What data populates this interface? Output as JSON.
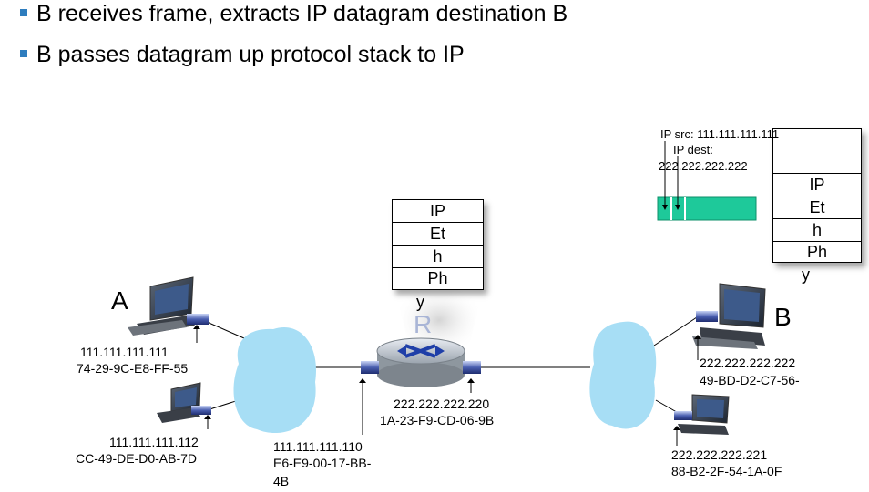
{
  "bullets": [
    "B receives frame, extracts IP datagram destination B",
    "B passes datagram up protocol stack to IP"
  ],
  "labels": {
    "host_a": "A",
    "host_b": "B",
    "router": "R"
  },
  "router_stack": [
    "IP",
    "Et",
    "h",
    "Ph",
    "y"
  ],
  "host_b_stack": [
    "IP",
    "Et",
    "h",
    "Ph",
    "y"
  ],
  "frame_annotation": {
    "ip_src": "IP src: 111.111.111.111",
    "ip_dest_label": "IP dest:",
    "ip_dest_value": "222.222.222.222"
  },
  "addresses": {
    "a_ip": "111.111.111.111",
    "a_mac": "74-29-9C-E8-FF-55",
    "a2_ip": "111.111.111.112",
    "a2_mac": "CC-49-DE-D0-AB-7D",
    "r_left_ip": "111.111.111.110",
    "r_left_mac_1": "E6-E9-00-17-BB-",
    "r_left_mac_2": "4B",
    "r_right_ip": "222.222.222.220",
    "r_right_mac": "1A-23-F9-CD-06-9B",
    "b_ip": "222.222.222.222",
    "b_mac": "49-BD-D2-C7-56-",
    "b2_ip": "222.222.222.221",
    "b2_mac": "88-B2-2F-54-1A-0F"
  },
  "colors": {
    "bullet": "#2e7dbe",
    "cloud": "#a7def5",
    "frame": "#1ec99a",
    "router_label": "#a9b5d6"
  }
}
